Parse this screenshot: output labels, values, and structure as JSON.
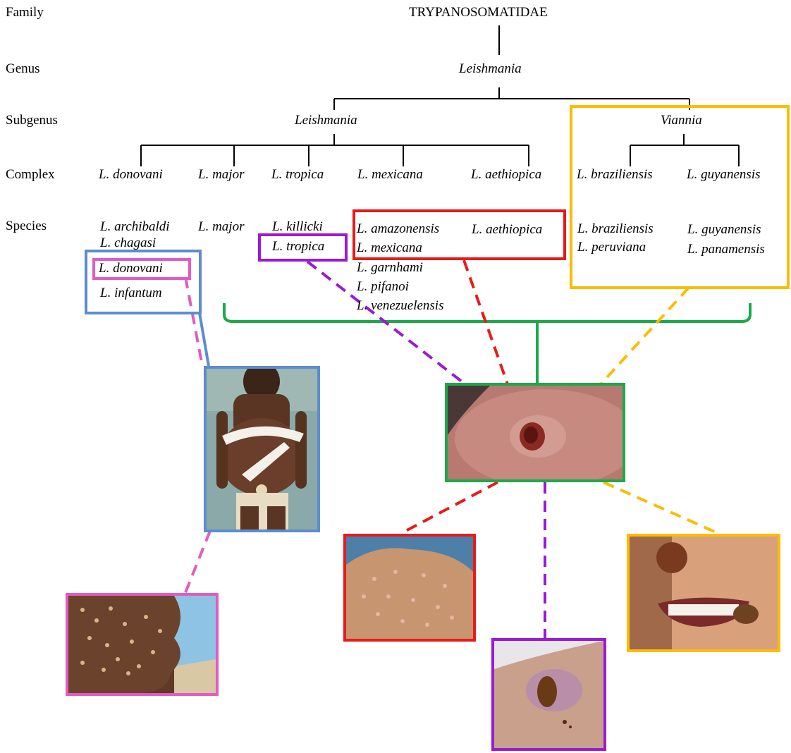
{
  "ranks": {
    "family": "Family",
    "genus": "Genus",
    "subgenus": "Subgenus",
    "complex": "Complex",
    "species": "Species"
  },
  "family": "TRYPANOSOMATIDAE",
  "genus": "Leishmania",
  "subgenera": {
    "leishmania": "Leishmania",
    "viannia": "Viannia"
  },
  "complexes": {
    "donovani": "L. donovani",
    "major": "L. major",
    "tropica": "L. tropica",
    "mexicana": "L. mexicana",
    "aethiopica": "L. aethiopica",
    "braziliensis": "L. braziliensis",
    "guyanensis": "L. guyanensis"
  },
  "species": {
    "archibaldi": "L. archibaldi",
    "chagasi": "L. chagasi",
    "donovani": "L. donovani",
    "infantum": "L. infantum",
    "major": "L. major",
    "killicki": "L. killicki",
    "tropica": "L. tropica",
    "amazonensis": "L. amazonensis",
    "mexicana": "L. mexicana",
    "garnhami": "L. garnhami",
    "pifanoi": "L. pifanoi",
    "venezuelensis": "L. venezuelensis",
    "aethiopica": "L. aethiopica",
    "braziliensis": "L. braziliensis",
    "peruviana": "L. peruviana",
    "guyanensis": "L. guyanensis",
    "panamensis": "L. panamensis"
  },
  "colors": {
    "visceral": "#5b8dcf",
    "pkdl": "#e05cc2",
    "cutaneous": "#1aaa4a",
    "mexicana_group": "#e81a1a",
    "tropica_group": "#9a1ad6",
    "viannia_group": "#fbbc05"
  }
}
